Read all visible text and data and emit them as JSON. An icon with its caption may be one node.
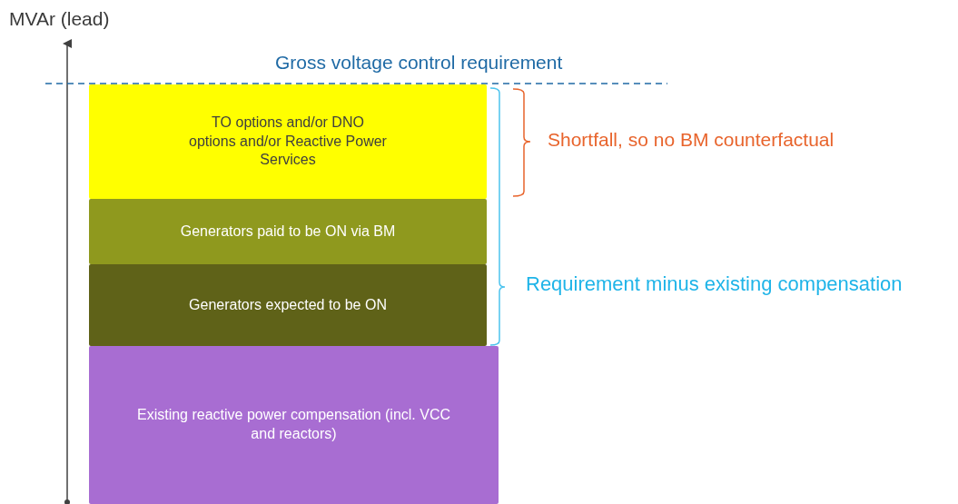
{
  "diagram": {
    "nodes": [
      {
        "text": [
          "TO options and/or DNO options and/or Reactive Power Services"
        ]
      },
      {
        "text": [
          "Generators paid to be ON via BM"
        ]
      },
      {
        "text": [
          "Generators expected to be ON"
        ]
      },
      {
        "text": [
          "Existing reactive power compensation (incl. VCC and reactors)"
        ]
      }
    ],
    "labels": [
      "MVAr (lead)",
      "Gross voltage control requirement",
      "Shortfall, so no BM counterfactual",
      "Requirement minus existing compensation"
    ]
  }
}
